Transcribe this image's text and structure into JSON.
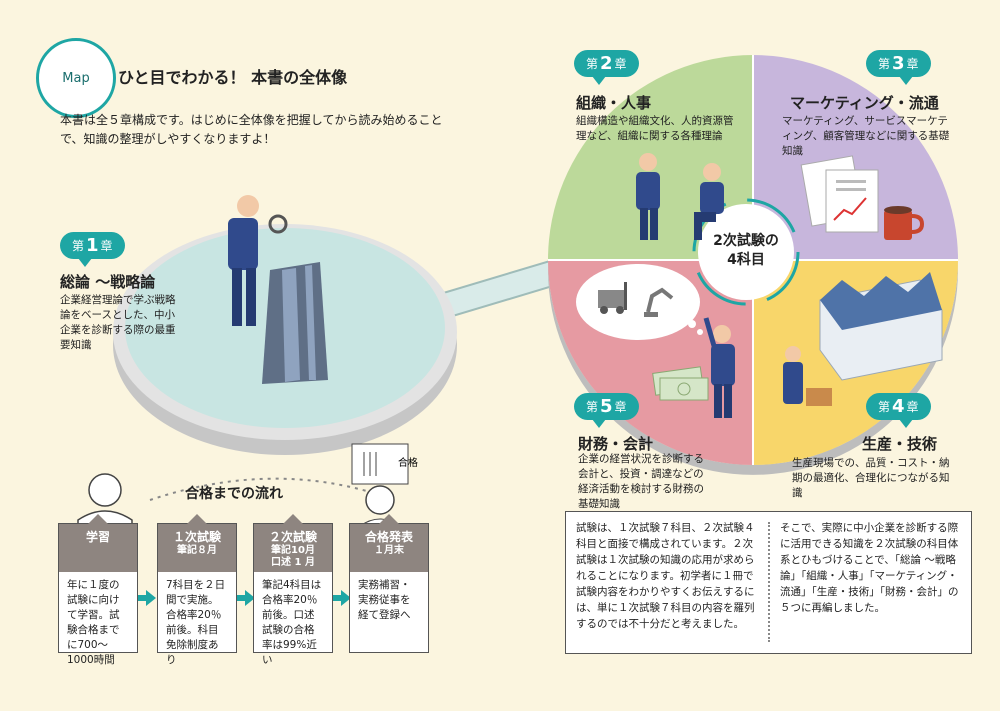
{
  "header": {
    "badge": "Map",
    "title": "ひと目でわかる！ 本書の全体像",
    "lead": "本書は全５章構成です。はじめに全体像を把握してから読み始めることで、知識の整理がしやすくなりますよ！"
  },
  "chapters": [
    {
      "prefix": "第",
      "num": "1",
      "suffix": "章",
      "title": "総論 ～戦略論",
      "desc": "企業経営理論で学ぶ戦略論をベースとした、中小企業を診断する際の最重要知識"
    },
    {
      "prefix": "第",
      "num": "2",
      "suffix": "章",
      "title": "組織・人事",
      "desc": "組織構造や組織文化、人的資源管理など、組織に関する各種理論"
    },
    {
      "prefix": "第",
      "num": "3",
      "suffix": "章",
      "title": "マーケティング・流通",
      "desc": "マーケティング、サービスマーケティング、顧客管理などに関する基礎知識"
    },
    {
      "prefix": "第",
      "num": "4",
      "suffix": "章",
      "title": "生産・技術",
      "desc": "生産現場での、品質・コスト・納期の最適化、合理化につながる知識"
    },
    {
      "prefix": "第",
      "num": "5",
      "suffix": "章",
      "title": "財務・会計",
      "desc": "企業の経営状況を診断する会計と、投資・調達などの経済活動を検討する財務の基礎知識"
    }
  ],
  "center": {
    "line1": "2次試験の",
    "line2": "4科目"
  },
  "flow": {
    "title": "合格までの流れ",
    "steps": [
      {
        "head": "学習",
        "sub": "",
        "sub2": "",
        "body": "年に１度の試験に向けて学習。試験合格までに700～1000時間"
      },
      {
        "head": "１次試験",
        "sub": "筆記８月",
        "sub2": "",
        "body": "7科目を２日間で実施。合格率20％前後。科目免除制度あり"
      },
      {
        "head": "２次試験",
        "sub": "筆記10月",
        "sub2": "口述 1 月",
        "body": "筆記4科目は合格率20％前後。口述試験の合格率は99%近い"
      },
      {
        "head": "合格発表",
        "sub": "１月末",
        "sub2": "",
        "body": "実務補習・実務従事を経て登録へ"
      }
    ]
  },
  "notes": {
    "left": "試験は、１次試験７科目、２次試験４科目と面接で構成されています。２次試験は１次試験の知識の応用が求められることになります。初学者に１冊で試験内容をわかりやすくお伝えするには、単に１次試験７科目の内容を羅列するのでは不十分だと考えました。",
    "right": "そこで、実際に中小企業を診断する際に活用できる知識を２次試験の科目体系とひもづけることで、「総論 ～戦略論」「組織・人事」「マーケティング・流通」「生産・技術」「財務・会計」の５つに再編しました。"
  },
  "colors": {
    "accent": "#1ea6a4",
    "quad_green": "#bcd99a",
    "quad_purple": "#c7b6dc",
    "quad_yellow": "#f8d66a",
    "quad_red": "#e69aa2",
    "background": "#fbf5df"
  },
  "icons": [
    "magnifier-icon",
    "skyscraper-icon",
    "businessman-icon",
    "documents-icon",
    "mug-icon",
    "factory-icon",
    "forklift-icon",
    "robot-arm-icon",
    "money-icon",
    "certificate-icon",
    "cycle-arrows-icon"
  ]
}
